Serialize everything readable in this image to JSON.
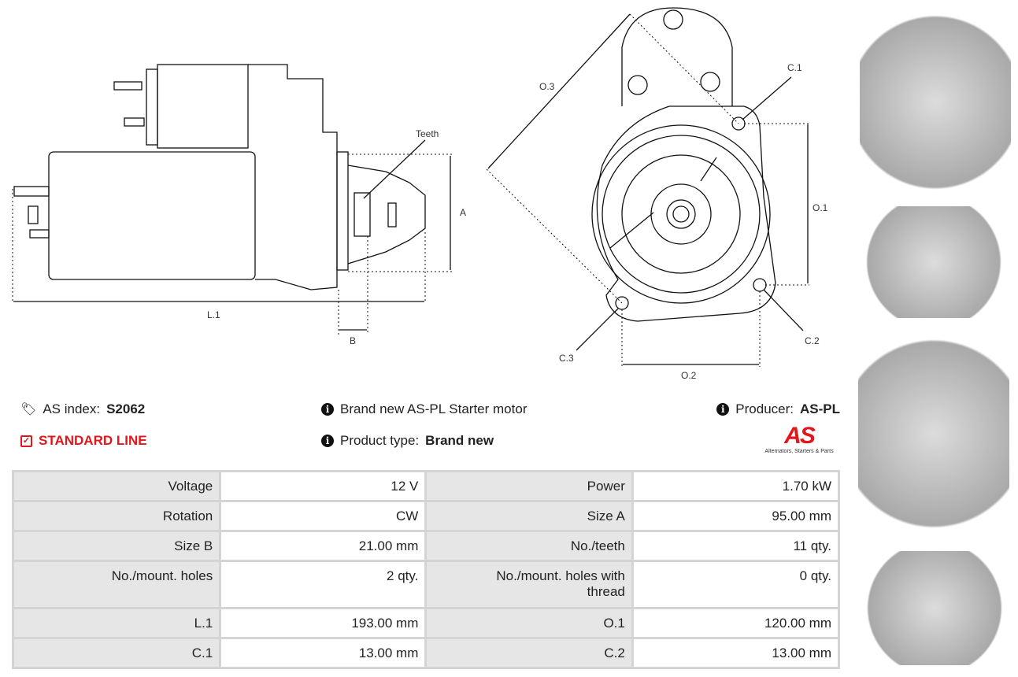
{
  "drawing": {
    "side_labels": {
      "teeth": "Teeth",
      "a": "A",
      "l1": "L.1",
      "b": "B"
    },
    "front_labels": {
      "o3": "O.3",
      "c1": "C.1",
      "o1": "O.1",
      "c2": "C.2",
      "c3": "C.3",
      "o2": "O.2"
    }
  },
  "info": {
    "as_index_label": "AS index:",
    "as_index_value": "S2062",
    "line": "STANDARD LINE",
    "description": "Brand new AS-PL Starter motor",
    "product_type_label": "Product type:",
    "product_type_value": "Brand new",
    "producer_label": "Producer:",
    "producer_value": "AS-PL",
    "logo_text": "AS",
    "logo_tagline": "Alternators, Starters & Parts"
  },
  "specs": [
    [
      "Voltage",
      "12 V",
      "Power",
      "1.70 kW"
    ],
    [
      "Rotation",
      "CW",
      "Size A",
      "95.00 mm"
    ],
    [
      "Size B",
      "21.00 mm",
      "No./teeth",
      "11 qty."
    ],
    [
      "No./mount. holes",
      "2 qty.",
      "No./mount. holes with thread",
      "0 qty."
    ],
    [
      "L.1",
      "193.00 mm",
      "O.1",
      "120.00 mm"
    ],
    [
      "C.1",
      "13.00 mm",
      "C.2",
      "13.00 mm"
    ]
  ],
  "colors": {
    "accent": "#e3161b",
    "label_bg": "#e6e6e6",
    "border": "#d4d4d4"
  }
}
